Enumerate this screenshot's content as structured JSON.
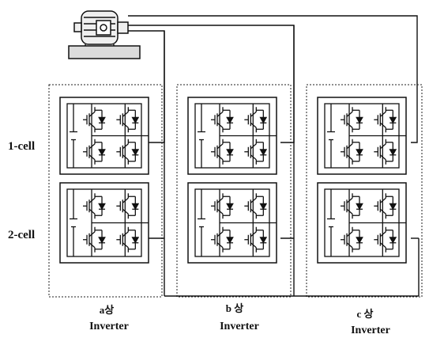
{
  "diagram": {
    "row_labels": [
      "1-cell",
      "2-cell"
    ],
    "inverters": [
      {
        "phase": "a상",
        "name": "Inverter"
      },
      {
        "phase": "b 상",
        "name": "Inverter"
      },
      {
        "phase": "c 상",
        "name": "Inverter"
      }
    ]
  },
  "colors": {
    "line": "#111111",
    "background": "#ffffff"
  },
  "icons": {
    "motor": "motor-icon",
    "switch": "igbt-switch-icon"
  }
}
